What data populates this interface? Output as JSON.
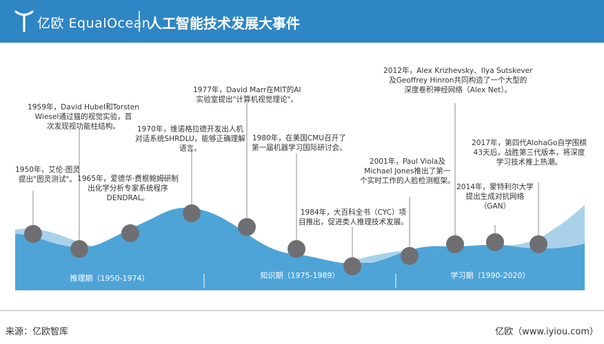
{
  "header": {
    "brand": "亿欧 EqualOcean",
    "title": "人工智能技术发展大事件",
    "logo_icon": "equalocean-logo-icon",
    "colors": {
      "bar": "#2f86c4",
      "text": "#ffffff"
    }
  },
  "timeline": {
    "colors": {
      "wave_front": "#4ea4d7",
      "wave_back": "#a9d1ea",
      "marker": "#6f6f73",
      "stem": "#888888"
    },
    "events": [
      {
        "text": "1950年，艾伦·图灵\n提出\"图灵测试\"。"
      },
      {
        "text": "1959年，David Hubel和Torsten\nWiesel通过猫的视觉实验，首\n次发现视功能柱结构。"
      },
      {
        "text": "1965年，爱德华·费根鲍姆研制\n出化学分析专家系统程序\nDENDRAL。"
      },
      {
        "text": "1970年，维诺格拉德开发出人机\n对话系统SHRDLU，能够正确理解\n语言。"
      },
      {
        "text": "1977年，David Marr在MIT的AI\n实验室提出\"计算机视觉理论\"。"
      },
      {
        "text": "1980年，在美国CMU召开了\n第一届机器学习国际研讨会。"
      },
      {
        "text": "1984年，大百科全书（CYC）项\n目推出，促进类人推理技术发展。"
      },
      {
        "text": "2001年，Paul Viola及\nMichael Jones推出了第一\n个实时工作的人脸检测框架。"
      },
      {
        "text": "2012年，Alex Krizhevsky、Ilya Sutskever\n及Geoffrey Hinron共同构造了一个大型的\n深度卷积神经网络（Alex Net）。"
      },
      {
        "text": "2014年，蒙特利尔大学\n提出生成对抗网络\n（GAN）"
      },
      {
        "text": "2017年，第四代AlohaGo自学围棋\n43天后，战胜第三代版本，将深度\n学习技术推上热潮。"
      }
    ],
    "periods": [
      {
        "label": "推理期（1950-1974）"
      },
      {
        "label": "知识期（1975-1989）"
      },
      {
        "label": "学习期（1990-2020）"
      }
    ]
  },
  "footer": {
    "source": "来源：亿欧智库",
    "site": "亿欧（www.iyiou.com）"
  }
}
